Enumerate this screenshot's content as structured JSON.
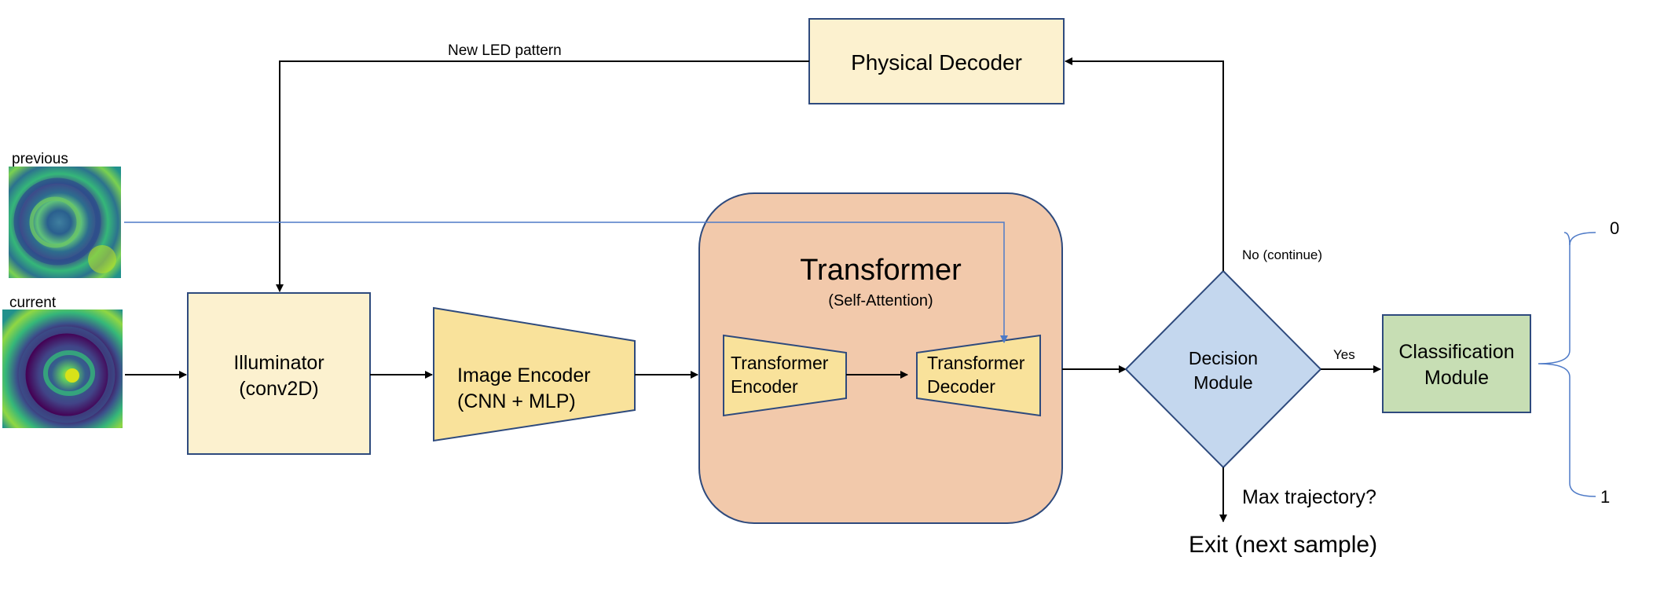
{
  "images": {
    "previous_label": "previous",
    "current_label": "current"
  },
  "nodes": {
    "physical_decoder": "Physical Decoder",
    "illuminator_line1": "Illuminator",
    "illuminator_line2": "(conv2D)",
    "image_encoder_line1": "Image Encoder",
    "image_encoder_line2": "(CNN + MLP)",
    "transformer_title": "Transformer",
    "transformer_subtitle": "(Self-Attention)",
    "transformer_encoder_line1": "Transformer",
    "transformer_encoder_line2": "Encoder",
    "transformer_decoder_line1": "Transformer",
    "transformer_decoder_line2": "Decoder",
    "decision_line1": "Decision",
    "decision_line2": "Module",
    "classification_line1": "Classification",
    "classification_line2": "Module"
  },
  "edge_labels": {
    "new_led_pattern": "New LED pattern",
    "no_continue": "No (continue)",
    "yes": "Yes",
    "max_trajectory": "Max trajectory?",
    "exit": "Exit (next sample)"
  },
  "outputs": {
    "class_0": "0",
    "class_1": "1"
  },
  "colors": {
    "pale_yellow": "#fcf1cf",
    "yellow": "#f9e29b",
    "transformer_bg": "#f2c9ab",
    "decision_blue": "#c4d7ee",
    "classification_green": "#c7deb4",
    "border_navy": "#2e4a7d",
    "connector_blue": "#4e7ac7"
  }
}
